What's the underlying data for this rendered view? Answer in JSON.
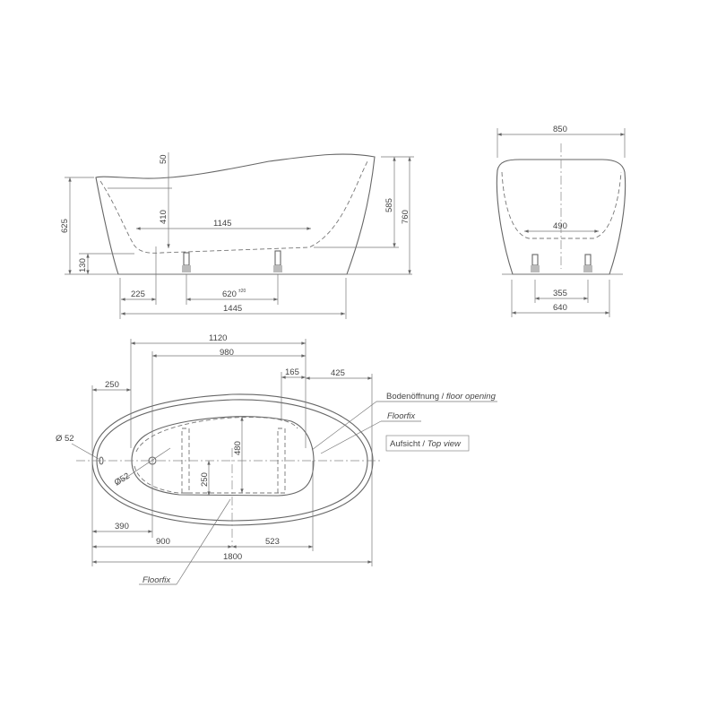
{
  "side_view": {
    "dims": {
      "d50": "50",
      "d410": "410",
      "d625": "625",
      "d130": "130",
      "d1145": "1145",
      "d585": "585",
      "d760": "760",
      "d225": "225",
      "d620": "620",
      "d620_tol": "±20",
      "d1445": "1445"
    }
  },
  "end_view": {
    "dims": {
      "d850": "850",
      "d490": "490",
      "d355": "355",
      "d640": "640"
    }
  },
  "top_view": {
    "dims": {
      "d1120": "1120",
      "d980": "980",
      "d165": "165",
      "d425": "425",
      "d250_top": "250",
      "d480": "480",
      "d250_inner": "250",
      "d390": "390",
      "d900": "900",
      "d523": "523",
      "d1800": "1800",
      "dia_outer": "Ø 52",
      "dia_inner": "Ø52"
    },
    "labels": {
      "floor_opening": "Bodenöffnung / ",
      "floor_opening_en": "floor opening",
      "floorfix_right": "Floorfix",
      "view_title": "Aufsicht / ",
      "view_title_en": "Top view",
      "floorfix_bottom": "Floorfix"
    }
  }
}
